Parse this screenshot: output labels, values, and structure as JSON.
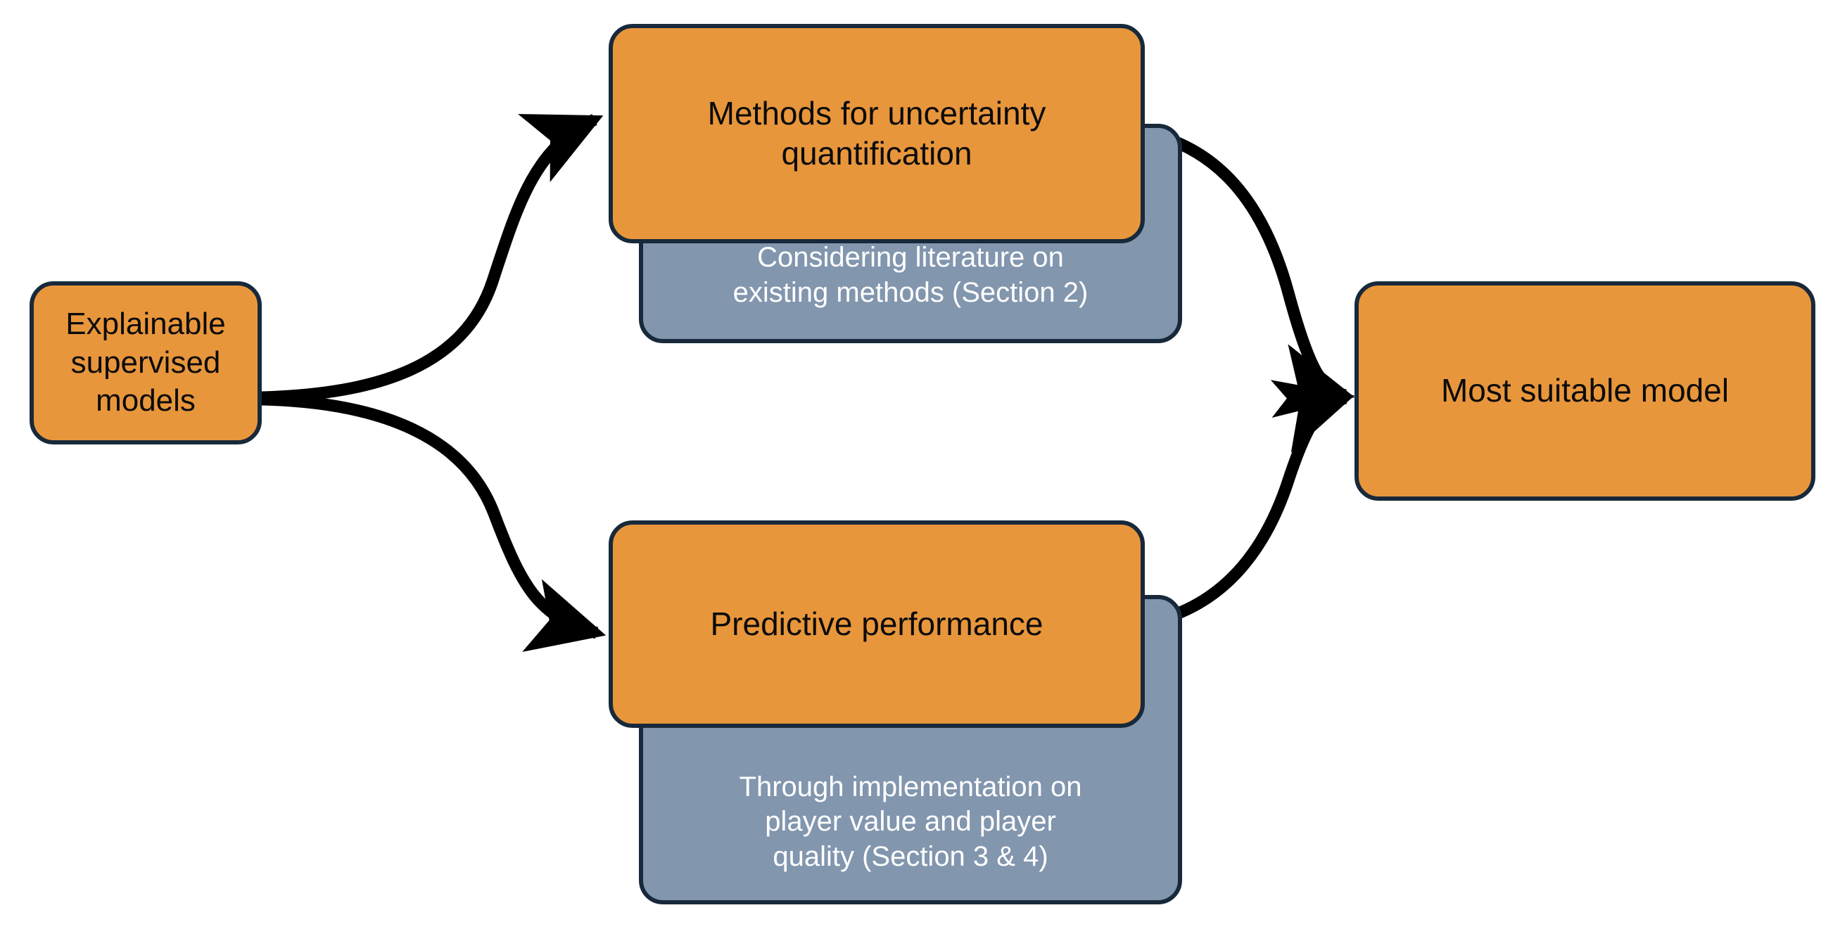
{
  "diagram": {
    "type": "flowchart",
    "orientation": "left-to-right",
    "colors": {
      "node_fill": "#e8963c",
      "subnote_fill": "#8296ae",
      "border": "#17293a",
      "arrow": "#000000",
      "node_text": "#0b0b0b",
      "subnote_text": "#ffffff",
      "background": "#ffffff"
    },
    "nodes": {
      "source": {
        "label": "Explainable\nsupervised models",
        "kind": "main"
      },
      "branch_top": {
        "label": "Methods for uncertainty\nquantification",
        "kind": "main"
      },
      "branch_top_note": {
        "label": "Considering literature on\nexisting methods (Section 2)",
        "kind": "subnote"
      },
      "branch_bottom": {
        "label": "Predictive performance",
        "kind": "main"
      },
      "branch_bottom_note": {
        "label": "Through implementation on\nplayer value and player\nquality (Section 3 & 4)",
        "kind": "subnote"
      },
      "target": {
        "label": "Most suitable model",
        "kind": "main"
      }
    },
    "edges": [
      {
        "from": "source",
        "to": "branch_top",
        "style": "curved-arrow"
      },
      {
        "from": "source",
        "to": "branch_bottom",
        "style": "curved-arrow"
      },
      {
        "from": "branch_top",
        "to": "target",
        "style": "curved-arrow"
      },
      {
        "from": "branch_bottom",
        "to": "target",
        "style": "curved-arrow"
      }
    ]
  }
}
